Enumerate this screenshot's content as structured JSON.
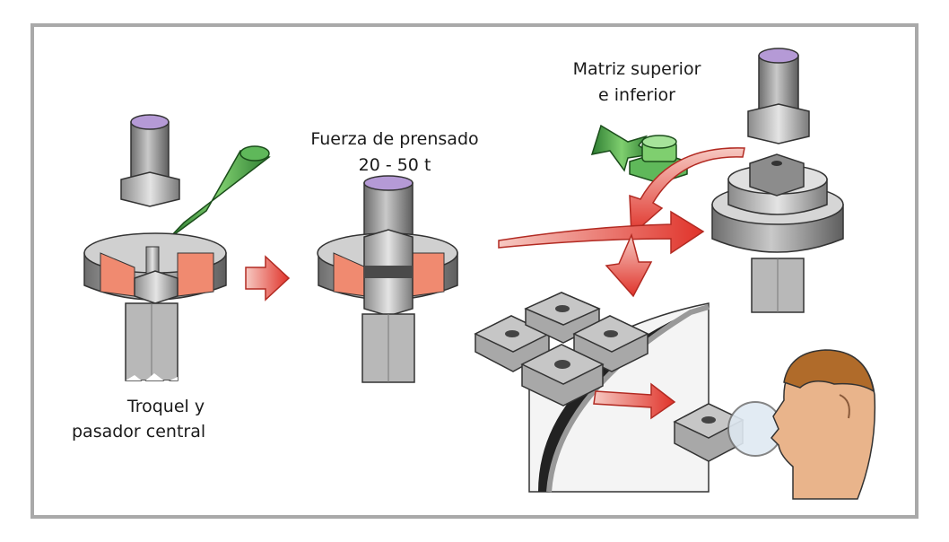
{
  "labels": {
    "step1": {
      "line1": "Troquel y",
      "line2": "pasador central"
    },
    "step2": {
      "line1": "Fuerza de prensado",
      "line2": "20 - 50 t"
    },
    "step3": {
      "line1": "Matriz superior",
      "line2": "e inferior"
    }
  },
  "colors": {
    "frame": "#a9a9a9",
    "steel": "#9a9a9a",
    "die_section": "#f08a70",
    "powder_funnel": "#4aa64a",
    "arrow": "#e0332a",
    "punch_tip": "#b59ad6"
  }
}
